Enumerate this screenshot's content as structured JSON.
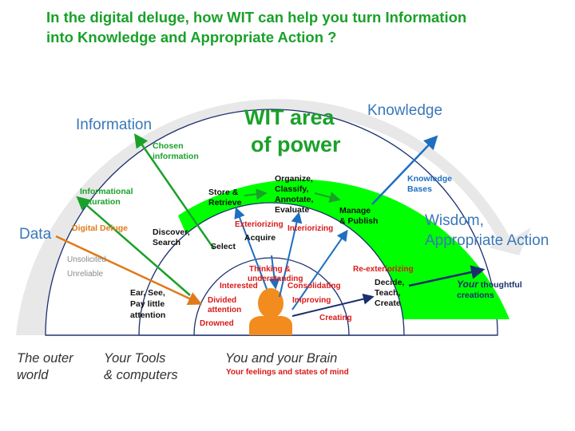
{
  "header": {
    "line1": "In the digital deluge, how WIT can help you turn Information",
    "line2": "into Knowledge and Appropriate Action ?"
  },
  "wit_area": {
    "line1": "WIT area",
    "line2": "of power"
  },
  "labels": {
    "information": "Information",
    "knowledge": "Knowledge",
    "data": "Data",
    "wisdom1": "Wisdom,",
    "wisdom2": "Appropriate Action"
  },
  "green_labels": {
    "chosen1": "Chosen",
    "chosen2": "information",
    "saturation1": "Informational",
    "saturation2": "saturation"
  },
  "orange_labels": {
    "digital_deluge": "Digital Deluge"
  },
  "grey_labels": {
    "unsolicited": "Unsolicited",
    "unreliable": "Unreliable"
  },
  "black_labels": {
    "discover1": "Discover,",
    "discover2": "Search",
    "select": "Select",
    "ear1": "Ear, See,",
    "ear2": "Pay little",
    "ear3": "attention",
    "store1": "Store &",
    "store2": "Retrieve",
    "organize1": "Organize,",
    "organize2": "Classify,",
    "organize3": "Annotate,",
    "organize4": "Evaluate",
    "acquire": "Acquire",
    "manage1": "Manage",
    "manage2": "& Publish",
    "decide1": "Decide,",
    "decide2": "Teach,",
    "decide3": "Create"
  },
  "red_labels": {
    "exteriorizing": "Exteriorizing",
    "interiorizing": "Interiorizing",
    "re_exteriorizing": "Re-exteriorizing",
    "thinking1": "Thinking &",
    "thinking2": "understanding",
    "interested": "Interested",
    "consolidating": "Consolidating",
    "divided1": "Divided",
    "divided2": "attention",
    "improving": "Improving",
    "drowned": "Drowned",
    "creating": "Creating",
    "feelings": "Your feelings and states of mind"
  },
  "blue_labels": {
    "kb1": "Knowledge",
    "kb2": "Bases"
  },
  "navy_labels": {
    "your": "Your",
    "thoughtful": " thoughtful",
    "creations": "creations"
  },
  "footer": {
    "outer1": "The outer",
    "outer2": "world",
    "tools1": "Your Tools",
    "tools2": "& computers",
    "brain": "You and your Brain"
  },
  "colors": {
    "green_text": "#1aa12a",
    "green_fill": "#00ff00",
    "blue_text": "#3a78b8",
    "orange": "#e07a1a",
    "red": "#d81a1a",
    "navy": "#1b2f6e",
    "avatar": "#f28c1e",
    "big_arc": "#e8e8e8"
  }
}
